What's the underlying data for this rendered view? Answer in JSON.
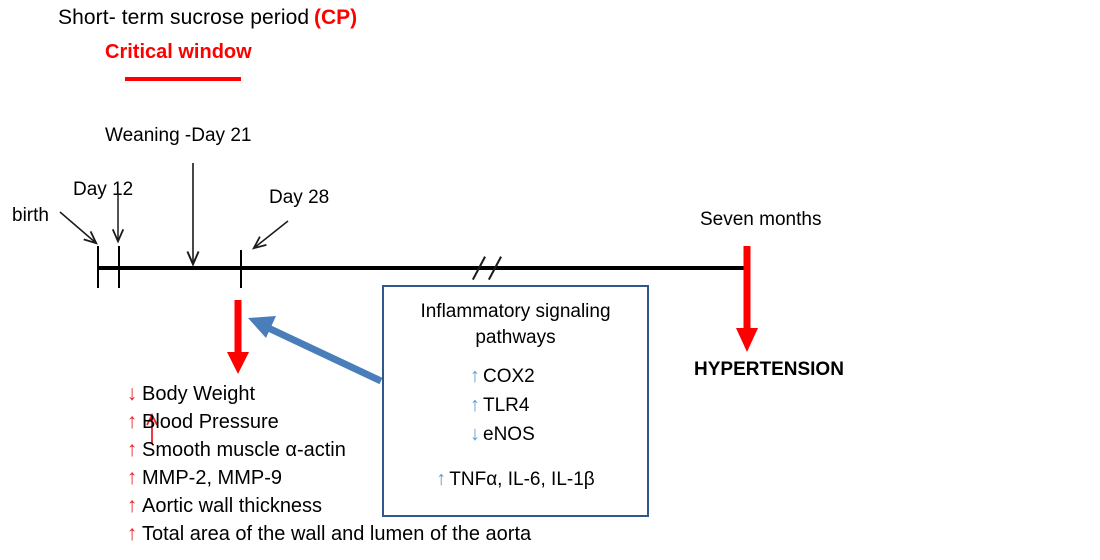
{
  "title": {
    "main": "Short- term sucrose period",
    "cp": "(CP)",
    "critical_window": "Critical window"
  },
  "timeline": {
    "labels": {
      "birth": "birth",
      "day12": "Day 12",
      "weaning": "Weaning -Day 21",
      "day28": "Day 28",
      "seven_months": "Seven months"
    },
    "break_symbol": "//"
  },
  "outcomes": [
    {
      "direction": "down",
      "arrow": "↓",
      "text": "Body Weight"
    },
    {
      "direction": "up",
      "arrow": "↑",
      "text": "Blood Pressure"
    },
    {
      "direction": "up",
      "arrow": "↑",
      "text": "Smooth muscle α-actin"
    },
    {
      "direction": "up",
      "arrow": "↑",
      "text": " MMP-2, MMP-9"
    },
    {
      "direction": "up",
      "arrow": "↑",
      "text": "Aortic wall thickness"
    },
    {
      "direction": "up",
      "arrow": "↑",
      "text": "Total area of the wall  and lumen of the aorta"
    }
  ],
  "pathway_box": {
    "title_line1": "Inflammatory signaling",
    "title_line2": "pathways",
    "markers": [
      {
        "direction": "up",
        "arrow": "↑",
        "name": "COX2"
      },
      {
        "direction": "up",
        "arrow": "↑",
        "name": "TLR4"
      },
      {
        "direction": "down",
        "arrow": "↓",
        "name": "eNOS"
      }
    ],
    "cytokines": {
      "arrow": "↑",
      "text": "TNFα, IL-6, IL-1β"
    }
  },
  "outcome_label": "HYPERTENSION",
  "colors": {
    "red": "#FF0000",
    "red_arrow": "#E8242A",
    "box_border": "#31588A",
    "blue_arrow": "#4A7EBB",
    "marker_blue": "#5B9BD5",
    "black": "#000000"
  }
}
